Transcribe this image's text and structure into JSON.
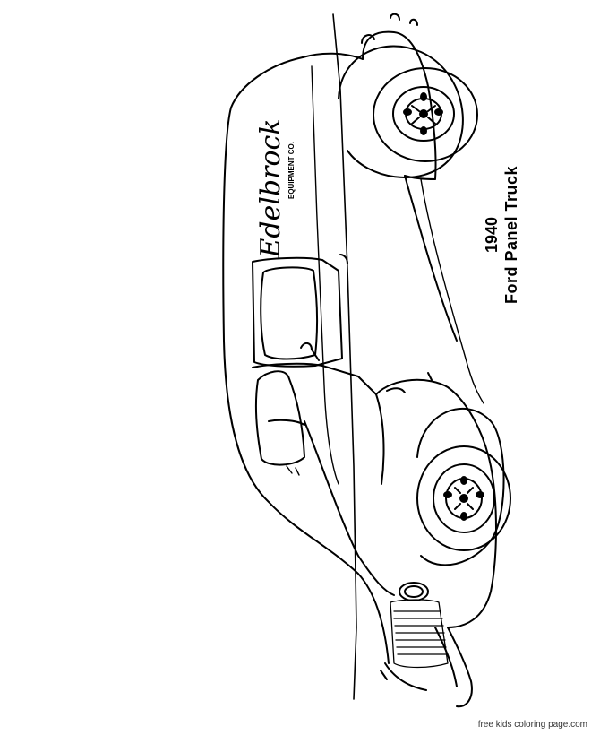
{
  "caption": {
    "year": "1940",
    "name": "Ford Panel Truck"
  },
  "logo": {
    "script": "Edelbrock",
    "sub": "EQUIPMENT CO."
  },
  "footer": {
    "text": "free kids coloring page.com"
  }
}
